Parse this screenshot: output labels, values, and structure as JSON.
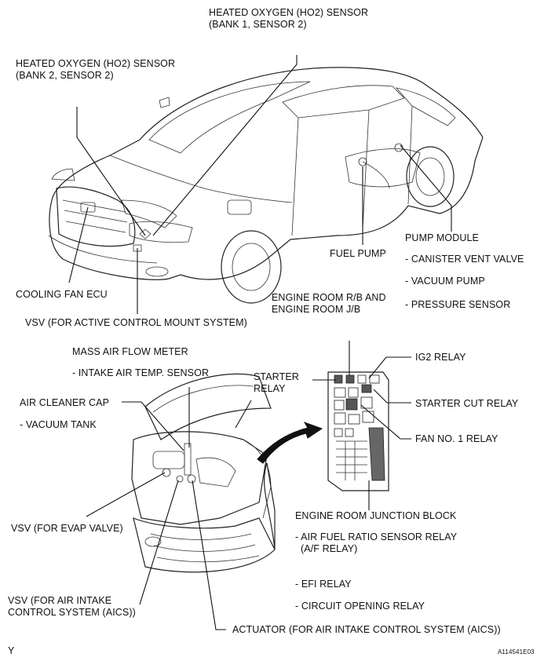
{
  "labels": {
    "ho2_b1s2": [
      "HEATED OXYGEN (HO2) SENSOR",
      "(BANK 1, SENSOR 2)"
    ],
    "ho2_b2s2": [
      "HEATED OXYGEN (HO2) SENSOR",
      "(BANK 2, SENSOR 2)"
    ],
    "pump_module": "PUMP MODULE",
    "canister_vent_valve": "- CANISTER VENT VALVE",
    "vacuum_pump": "- VACUUM PUMP",
    "pressure_sensor": "- PRESSURE SENSOR",
    "fuel_pump": "FUEL PUMP",
    "cooling_fan_ecu": "COOLING FAN ECU",
    "engine_room_rb_jb": [
      "ENGINE ROOM R/B AND",
      "ENGINE ROOM J/B"
    ],
    "vsv_acm": "VSV (FOR ACTIVE CONTROL MOUNT SYSTEM)",
    "mass_air_flow_meter": "MASS AIR FLOW METER",
    "intake_air_temp_sensor": "- INTAKE AIR TEMP. SENSOR",
    "starter_relay": [
      "STARTER",
      "RELAY"
    ],
    "ig2_relay": "IG2 RELAY",
    "air_cleaner_cap": "AIR CLEANER CAP",
    "vacuum_tank": "- VACUUM TANK",
    "starter_cut_relay": "STARTER CUT RELAY",
    "fan_no1_relay": "FAN NO. 1 RELAY",
    "engine_room_junction_block": "ENGINE ROOM JUNCTION BLOCK",
    "af_sensor_relay": [
      "- AIR FUEL RATIO SENSOR RELAY",
      "(A/F RELAY)"
    ],
    "vsv_evap": "VSV (FOR EVAP VALVE)",
    "efi_relay": "- EFI RELAY",
    "circuit_opening_relay": "- CIRCUIT OPENING RELAY",
    "vsv_aics": [
      "VSV (FOR AIR INTAKE",
      "CONTROL SYSTEM (AICS))"
    ],
    "actuator_aics": "ACTUATOR (FOR AIR INTAKE CONTROL SYSTEM (AICS))",
    "corner_mark": "Y",
    "figure_code": "A114541E03"
  },
  "icons": [
    "car-illustration",
    "engine-bay-illustration",
    "junction-block-illustration",
    "pointer-arrow-icon"
  ]
}
